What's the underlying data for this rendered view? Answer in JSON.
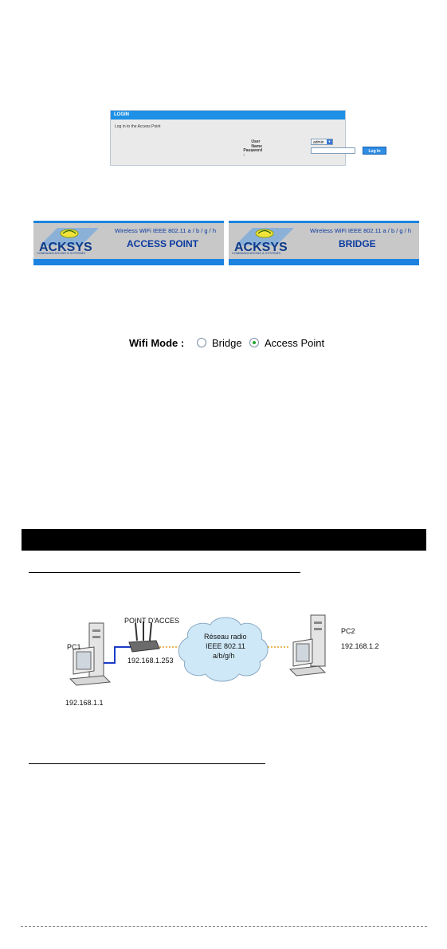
{
  "login": {
    "header": "LOGIN",
    "intro": "Log in to the Access Point",
    "user_label": "User Name :",
    "user_value": "admin",
    "password_label": "Password :",
    "button": "Log In"
  },
  "banners": [
    {
      "brand": "ACKSYS",
      "brand_sub": "COMMUNICATIONS & SYSTEMS",
      "subtitle": "Wireless WiFi IEEE 802.11 a / b / g / h",
      "mode": "ACCESS POINT"
    },
    {
      "brand": "ACKSYS",
      "brand_sub": "COMMUNICATIONS & SYSTEMS",
      "subtitle": "Wireless WiFi IEEE 802.11 a / b / g / h",
      "mode": "BRIDGE"
    }
  ],
  "wifi_mode": {
    "label": "Wifi Mode :",
    "options": [
      "Bridge",
      "Access Point"
    ],
    "selected": "Access Point"
  },
  "diagram": {
    "access_point_label": "POINT D'ACCES",
    "access_point_ip": "192.168.1.253",
    "pc1_label": "PC1",
    "pc1_ip": "192.168.1.1",
    "pc2_label": "PC2",
    "pc2_ip": "192.168.1.2",
    "cloud_lines": [
      "Réseau radio",
      "IEEE 802.11",
      "a/b/g/h"
    ]
  },
  "colors": {
    "brand_blue": "#1c82e0",
    "banner_gray": "#c8c8c8",
    "cloud_fill": "#cfe8f7",
    "link_orange": "#e0a020",
    "cable_blue": "#1a3cc8"
  }
}
